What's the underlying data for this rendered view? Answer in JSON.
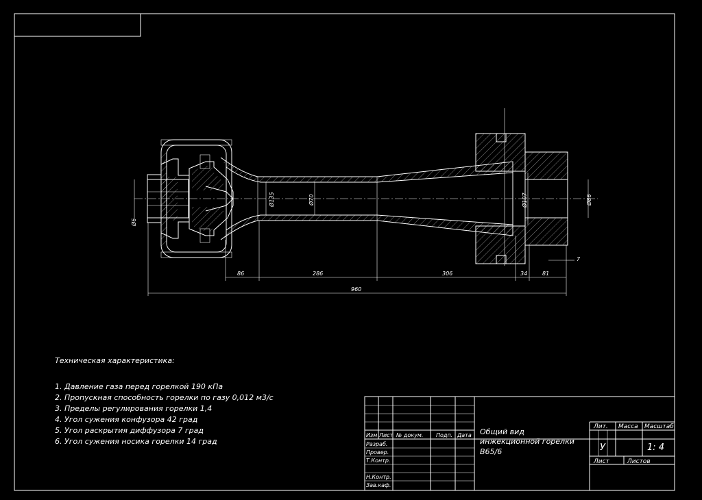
{
  "spec": {
    "heading": "Техническая характеристика:",
    "items": [
      "1.  Давление газа перед горелкой 190 кПа",
      "2.  Пропускная способность горелки по газу  0,012 м3/с",
      "3.  Пределы регулирования горелки  1,4",
      "4.  Угол сужения конфузора 42 град",
      "5.  Угол раскрытия диффузора  7 град",
      "6.  Угол сужения носика горелки 14 град"
    ]
  },
  "dimensions": {
    "d_left": "Ø6",
    "d_throat_outer": "Ø135",
    "d_throat": "Ø70",
    "d_outlet_inner": "Ø107",
    "d_outlet": "Ø86",
    "len_86": "86",
    "len_286": "286",
    "len_306": "306",
    "len_34": "34",
    "len_81": "81",
    "len_7": "7",
    "len_total": "960"
  },
  "title_block": {
    "title_lines": [
      "Общий вид",
      "инжекционной горелки",
      "В65/6"
    ],
    "col_izm": "Изм",
    "col_list": "Лист",
    "col_doc": "№ докум.",
    "col_sign": "Подп.",
    "col_date": "Дата",
    "row_razrab": "Разраб.",
    "row_prov": "Провер.",
    "row_tkontr": "Т.Контр.",
    "row_nkontr": "Н.Контр.",
    "row_zavkaf": "Зав.каф.",
    "lit_label": "Лит.",
    "mass_label": "Масса",
    "scale_label": "Масштаб",
    "lit_value": "У",
    "scale_value": "1: 4",
    "sheet_label": "Лист",
    "sheets_label": "Листов"
  }
}
